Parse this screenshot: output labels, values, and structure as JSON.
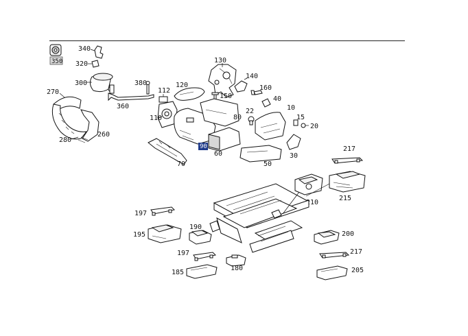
{
  "labels": {
    "p340": "340",
    "p320": "320",
    "p300": "300",
    "p350": "350",
    "p270": "270",
    "p280": "280",
    "p260": "260",
    "p380": "380",
    "p360": "360",
    "p112": "112",
    "p120": "120",
    "p130": "130",
    "p140": "140",
    "p150": "150",
    "p160": "160",
    "p40": "40",
    "p110": "110",
    "p22": "22",
    "p80": "80",
    "p10": "10",
    "p15": "15",
    "p20": "20",
    "p90": "90",
    "p60": "60",
    "p70": "70",
    "p50": "50",
    "p30": "30",
    "p217a": "217",
    "p210": "210",
    "p215": "215",
    "p197a": "197",
    "p195": "195",
    "p190": "190",
    "p197b": "197",
    "p185": "185",
    "p180": "180",
    "p200": "200",
    "p217b": "217",
    "p205": "205"
  },
  "colors": {
    "highlight": "#1e3a8a",
    "line": "#111111"
  }
}
